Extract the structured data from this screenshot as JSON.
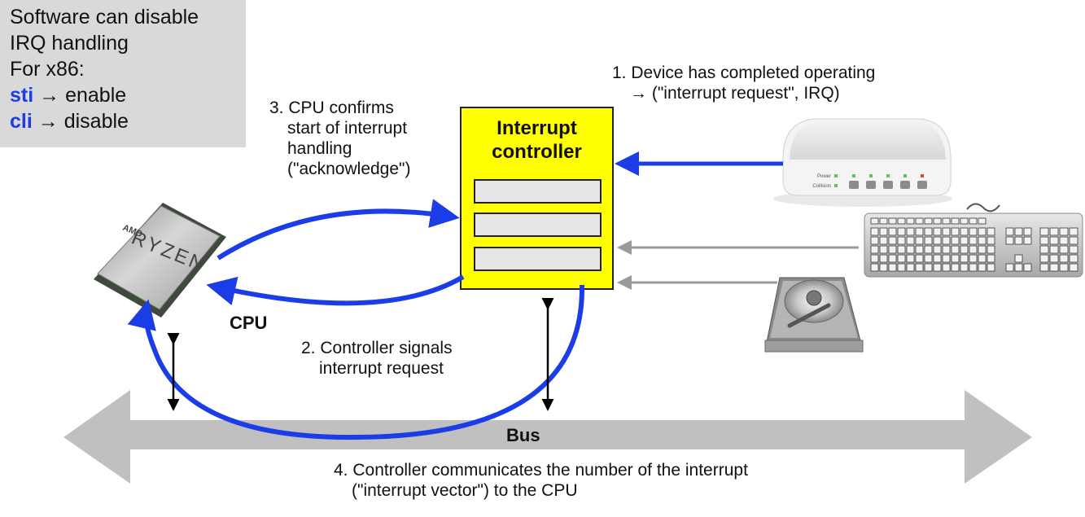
{
  "info_box": {
    "lines": [
      "Software can disable",
      "IRQ handling",
      "For x86:"
    ],
    "sti": {
      "keyword": "sti",
      "arrow": "→",
      "action": "enable"
    },
    "cli": {
      "keyword": "cli",
      "arrow": "→",
      "action": "disable"
    }
  },
  "step1": {
    "line1": "1. Device has completed operating",
    "line2": "→ (\"interrupt request\", IRQ)"
  },
  "step2": {
    "line1": "2. Controller signals",
    "line2": "interrupt request"
  },
  "step3": {
    "line1": "3. CPU confirms",
    "line2": "start of interrupt",
    "line3": "handling",
    "line4": "(\"acknowledge\")"
  },
  "step4": {
    "line1": "4. Controller communicates the number of the interrupt",
    "line2": "(\"interrupt vector\") to the CPU"
  },
  "controller": {
    "title_line1": "Interrupt",
    "title_line2": "controller",
    "registers": 3
  },
  "cpu": {
    "label": "CPU",
    "chip_brand": "AMD",
    "chip_name": "RYZEN"
  },
  "bus": {
    "label": "Bus"
  },
  "devices": {
    "network_hub": {
      "led_labels": [
        "Power",
        "Collision"
      ]
    },
    "keyboard": {},
    "hard_disk": {}
  },
  "colors": {
    "signal_arrow": "#1a3de8",
    "controller_fill": "#ffff00",
    "bus_fill": "#c0c0c0",
    "device_line": "#999999",
    "info_bg": "#d9d9d9"
  }
}
